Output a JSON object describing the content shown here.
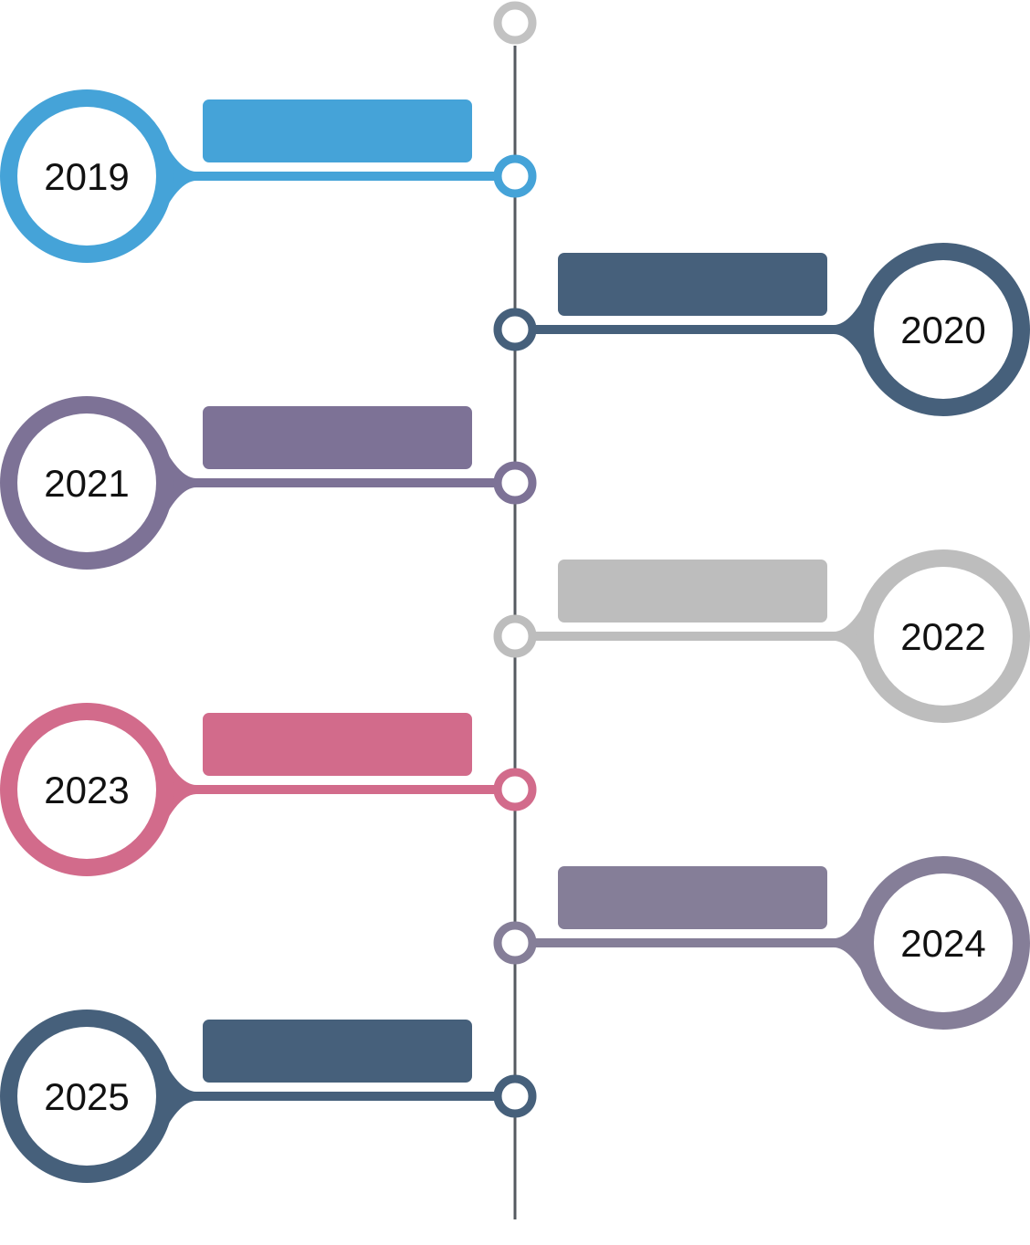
{
  "timeline": {
    "line_color": "#555a60",
    "top_node_color": "#c2c2c2",
    "items": [
      {
        "year": "2019",
        "color": "#45a3d8",
        "side": "left"
      },
      {
        "year": "2020",
        "color": "#46607b",
        "side": "right"
      },
      {
        "year": "2021",
        "color": "#7d7296",
        "side": "left"
      },
      {
        "year": "2022",
        "color": "#bdbdbd",
        "side": "right"
      },
      {
        "year": "2023",
        "color": "#d26b8b",
        "side": "left"
      },
      {
        "year": "2024",
        "color": "#857e98",
        "side": "right"
      },
      {
        "year": "2025",
        "color": "#46607b",
        "side": "left"
      }
    ]
  }
}
